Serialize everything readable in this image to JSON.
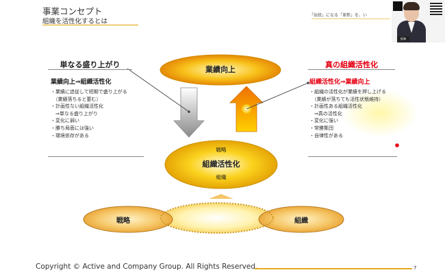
{
  "header": {
    "title": "事業コンセプト",
    "subtitle": "組織を活性化するとは",
    "tagline": "「伝統」になる「革新」を、い"
  },
  "video": {
    "name_badge": "拓海"
  },
  "left_box": {
    "title": "単なる盛り上がり",
    "headline": "業績向上⇒組織活性化",
    "bullets": [
      "・業績に追従して短期で盛り上がる",
      "　（業績落ちると萎む）",
      "・計画性ない組織活性化",
      "　⇒単なる盛り上がり",
      "・変化に弱い",
      "・勝ち局面には強い",
      "・環境依存がある"
    ]
  },
  "right_box": {
    "title": "真の組織活性化",
    "headline": "組織活性化⇒業績向上",
    "bullets": [
      "・組織の活性化が業績を押し上げる",
      "　（業績が落ちても活性状態維持）",
      "・計画性ある組織活性化",
      "　⇒真の活性化",
      "・変化に強い",
      "・常勝集団",
      "・自律性がある"
    ]
  },
  "diagram": {
    "top_label": "業績向上",
    "center_top": "戦略",
    "center_main": "組織活性化",
    "center_bottom": "組織",
    "bottom_left": "戦略",
    "bottom_right": "組織"
  },
  "colors": {
    "accent": "#e8a820",
    "red": "#e60012",
    "gold": "#f5c000"
  },
  "footer": {
    "copyright": "Copyright © Active and Company Group. All Rights Reserved.",
    "page": "7"
  }
}
